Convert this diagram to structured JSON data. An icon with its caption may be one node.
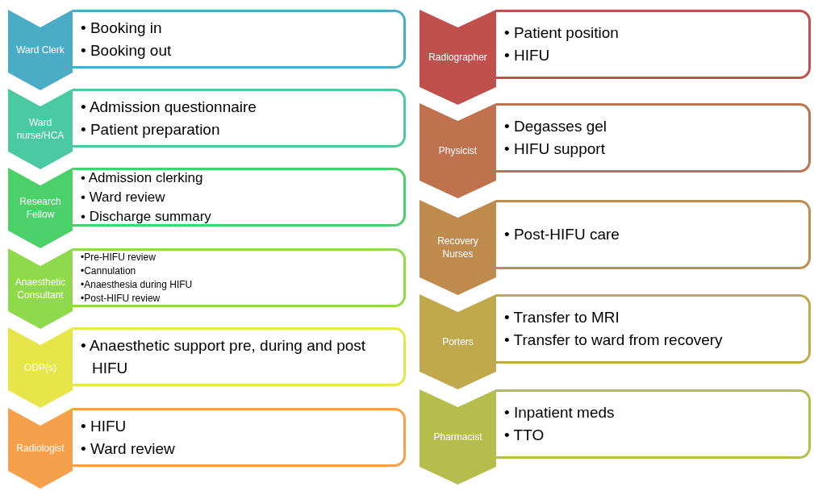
{
  "diagram": {
    "nodes": [
      {
        "text": [
          "Ward Clerk"
        ]
      },
      {
        "text": [
          "• Booking in",
          "• Booking out"
        ]
      },
      {
        "text": [
          "Ward nurse/HCA"
        ]
      },
      {
        "text": [
          "• Admission questionnaire",
          "• Patient preparation"
        ]
      },
      {
        "text": [
          "Research Fellow"
        ]
      },
      {
        "text": [
          "• Admission clerking",
          "• Ward review",
          "• Discharge summary"
        ]
      },
      {
        "text": [
          "Anaesthetic Consultant"
        ]
      },
      {
        "text": [
          "•Pre-HIFU review",
          "•Cannulation",
          "•Anaesthesia during HIFU",
          "•Post-HIFU review"
        ]
      },
      {
        "text": [
          "ODP(s)"
        ]
      },
      {
        "text": [
          "• Anaesthetic support pre, during and post HIFU"
        ]
      },
      {
        "text": [
          "Radiologist"
        ]
      },
      {
        "text": [
          "• HIFU",
          "• Ward review"
        ]
      },
      {
        "text": [
          "Radiographer"
        ]
      },
      {
        "text": [
          "• Patient position",
          "• HIFU"
        ]
      },
      {
        "text": [
          "Physicist"
        ]
      },
      {
        "text": [
          "• Degasses gel",
          "• HIFU support"
        ]
      },
      {
        "text": [
          "Recovery Nurses"
        ]
      },
      {
        "text": [
          "• Post-HIFU care"
        ]
      },
      {
        "text": [
          "Porters"
        ]
      },
      {
        "text": [
          "• Transfer to MRI",
          "• Transfer to ward from recovery"
        ]
      },
      {
        "text": [
          "Pharmacist"
        ]
      },
      {
        "text": [
          "• Inpatient meds",
          "• TTO"
        ]
      }
    ]
  }
}
